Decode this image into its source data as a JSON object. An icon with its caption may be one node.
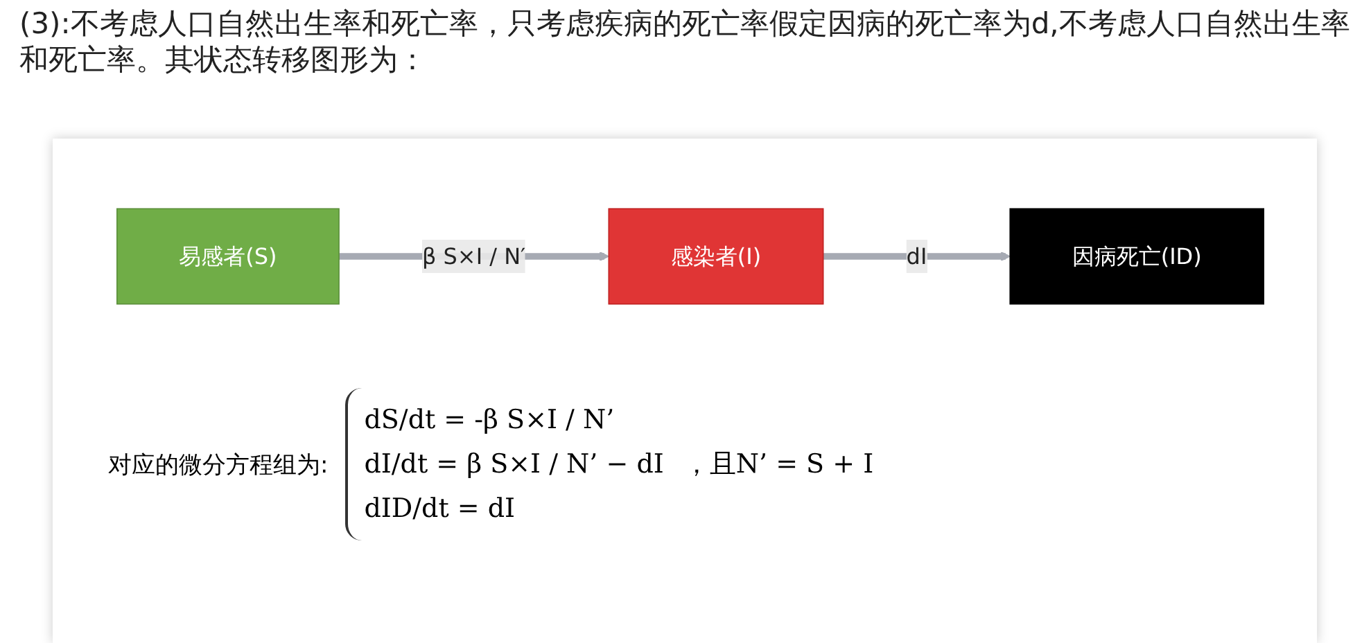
{
  "diagram": {
    "title": "(3):不考虑人口自然出生率和死亡率，只考虑疾病的死亡率假定因病的死亡率为d,不考虑人口自然出生率和死亡率。其状态转移图形为：",
    "nodes": [
      {
        "text": [
          "易感者(S)"
        ]
      },
      {
        "text": [
          "感染者(I)"
        ]
      },
      {
        "text": [
          "因病死亡(ID)"
        ]
      }
    ],
    "edges": [
      {
        "from": 0,
        "to": 1,
        "arrow": "to",
        "label": "β S×I / N′"
      },
      {
        "from": 1,
        "to": 2,
        "arrow": "to",
        "label": "dI"
      }
    ],
    "labels": [
      "对应的微分方程组为:",
      "dS/dt = -β S×I / N’",
      "dI/dt = β S×I / N’ − dI",
      "，且N’ = S + I",
      "dID/dt = dI"
    ]
  }
}
